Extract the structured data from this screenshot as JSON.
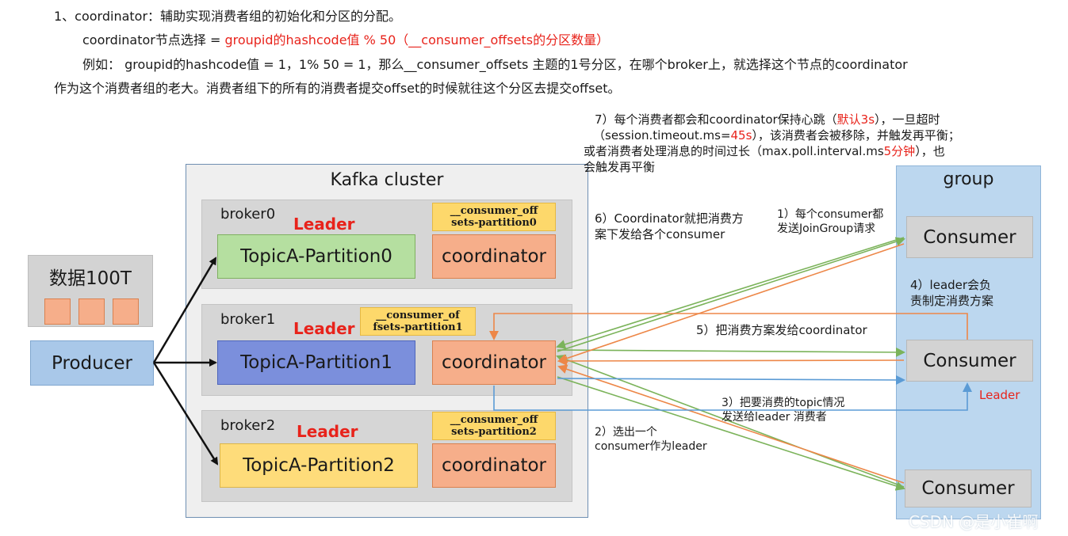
{
  "header": {
    "line1": "1、coordinator：辅助实现消费者组的初始化和分区的分配。",
    "line2_prefix": "coordinator节点选择 = ",
    "line2_red": "groupid的hashcode值 % 50（__consumer_offsets的分区数量）",
    "line3": "例如： groupid的hashcode值 = 1，1% 50 = 1，那么__consumer_offsets 主题的1号分区，在哪个broker上，就选择这个节点的coordinator",
    "line4": "作为这个消费者组的老大。消费者组下的所有的消费者提交offset的时候就往这个分区去提交offset。"
  },
  "data_box": {
    "title": "数据100T"
  },
  "producer": {
    "label": "Producer"
  },
  "cluster": {
    "title": "Kafka cluster",
    "brokers": [
      {
        "name": "broker0",
        "leader": "Leader",
        "partition": "TopicA-Partition0",
        "offsets": "__consumer_off\nsets-partition0",
        "coordinator": "coordinator"
      },
      {
        "name": "broker1",
        "leader": "Leader",
        "partition": "TopicA-Partition1",
        "offsets": "__consumer_of\nfsets-partition1",
        "coordinator": "coordinator"
      },
      {
        "name": "broker2",
        "leader": "Leader",
        "partition": "TopicA-Partition2",
        "offsets": "__consumer_off\nsets-partition2",
        "coordinator": "coordinator"
      }
    ]
  },
  "group": {
    "title": "group",
    "consumers": [
      "Consumer",
      "Consumer",
      "Consumer"
    ],
    "leader_label": "Leader"
  },
  "notes": {
    "step7_a": "7）每个消费者都会和coordinator保持心跳（",
    "step7_a_red": "默认3s",
    "step7_a_end": "），一旦超时",
    "step7_b": "（session.timeout.ms=",
    "step7_b_red": "45s",
    "step7_b_end": "），该消费者会被移除，并触发再平衡；",
    "step7_c": "或者消费者处理消息的时间过长（max.poll.interval.ms",
    "step7_c_red": "5分钟",
    "step7_c_end": "），也",
    "step7_d": "会触发再平衡",
    "step6_a": "6）Coordinator就把消费方",
    "step6_b": "案下发给各个consumer",
    "step1_a": "1）每个consumer都",
    "step1_b": "发送JoinGroup请求",
    "step4_a": "4）leader会负",
    "step4_b": "责制定消费方案",
    "step5": "5）把消费方案发给coordinator",
    "step3_a": "3）把要消费的topic情况",
    "step3_b": "发送给leader 消费者",
    "step2_a": "2）选出一个",
    "step2_b": "consumer作为leader"
  },
  "watermark": "CSDN @是小崔啊",
  "colors": {
    "partition0": "#b5dfa0",
    "partition1": "#7b8fdc",
    "partition2": "#fedc7a",
    "coordinator": "#f6ae8a",
    "offsets": "#fdd86b",
    "group_bg": "#bcd7ef",
    "producer_bg": "#a9c8e9",
    "arrow_green": "#7bb35a",
    "arrow_orange": "#ed8748",
    "arrow_blue": "#5b9bd5",
    "red_text": "#e8231b"
  }
}
